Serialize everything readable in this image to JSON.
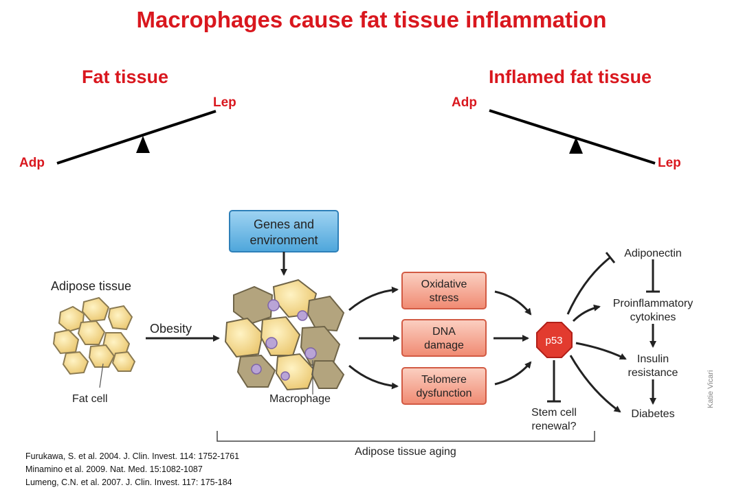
{
  "title": "Macrophages cause fat tissue inflammation",
  "left_panel": {
    "title": "Fat tissue",
    "low_label": "Adp",
    "high_label": "Lep"
  },
  "right_panel": {
    "title": "Inflamed fat tissue",
    "high_label": "Adp",
    "low_label": "Lep"
  },
  "diagram": {
    "genes_box": [
      "Genes and",
      "environment"
    ],
    "adipose_label": "Adipose tissue",
    "obesity_label": "Obesity",
    "fat_cell_label": "Fat cell",
    "macrophage_label": "Macrophage",
    "stress_boxes": [
      [
        "Oxidative",
        "stress"
      ],
      [
        "DNA",
        "damage"
      ],
      [
        "Telomere",
        "dysfunction"
      ]
    ],
    "p53_label": "p53",
    "outcomes": {
      "adiponectin": "Adiponectin",
      "proinflammatory": [
        "Proinflammatory",
        "cytokines"
      ],
      "insulin": [
        "Insulin",
        "resistance"
      ],
      "diabetes": "Diabetes",
      "stem_cell": [
        "Stem cell",
        "renewal?"
      ]
    },
    "aging_label": "Adipose tissue aging",
    "credit": "Katie Vicari"
  },
  "references": [
    "Furukawa, S. et al. 2004. J. Clin. Invest. 114: 1752-1761",
    "Minamino et al. 2009. Nat. Med. 15:1082-1087",
    "Lumeng, C.N. et al. 2007. J. Clin. Invest. 117: 175-184"
  ]
}
